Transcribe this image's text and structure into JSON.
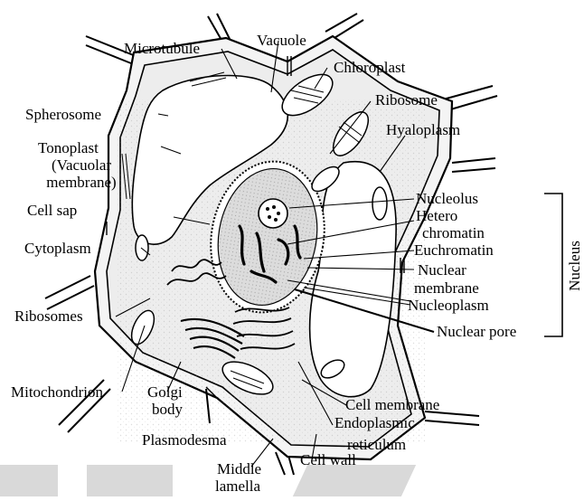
{
  "diagram": {
    "labels": {
      "microtubule": "Microtubule",
      "vacuole": "Vacuole",
      "chloroplast": "Chloroplast",
      "ribosome": "Ribosome",
      "spherosome": "Spherosome",
      "hyaloplasm": "Hyaloplasm",
      "tonoplast": "Tonoplast",
      "tonoplast_sub1": "(Vacuolar",
      "tonoplast_sub2": "membrane)",
      "nucleolus": "Nucleolus",
      "hetero1": "Hetero",
      "hetero2": "chromatin",
      "cell_sap": "Cell sap",
      "euchromatin": "Euchromatin",
      "cytoplasm": "Cytoplasm",
      "nuclear_membrane1": "Nuclear",
      "nuclear_membrane2": "membrane",
      "nucleoplasm": "Nucleoplasm",
      "ribosomes": "Ribosomes",
      "nuclear_pore": "Nuclear pore",
      "nucleus": "Nucleus",
      "mitochondrion": "Mitochondrion",
      "golgi1": "Golgi",
      "golgi2": "body",
      "cell_membrane": "Cell membrane",
      "endoplasmic1": "Endoplasmic",
      "endoplasmic2": "reticulum",
      "plasmodesma": "Plasmodesma",
      "cell_wall": "Cell wall",
      "middle_lamella1": "Middle",
      "middle_lamella2": "lamella"
    },
    "colors": {
      "ink": "#000000",
      "cytoplasm_fill": "#ededed",
      "vacuole_fill": "#ffffff",
      "wall_fill": "#f4f4f4",
      "nucleus_fill": "#dcdcdc",
      "watermark": "#d9d9d9"
    }
  }
}
